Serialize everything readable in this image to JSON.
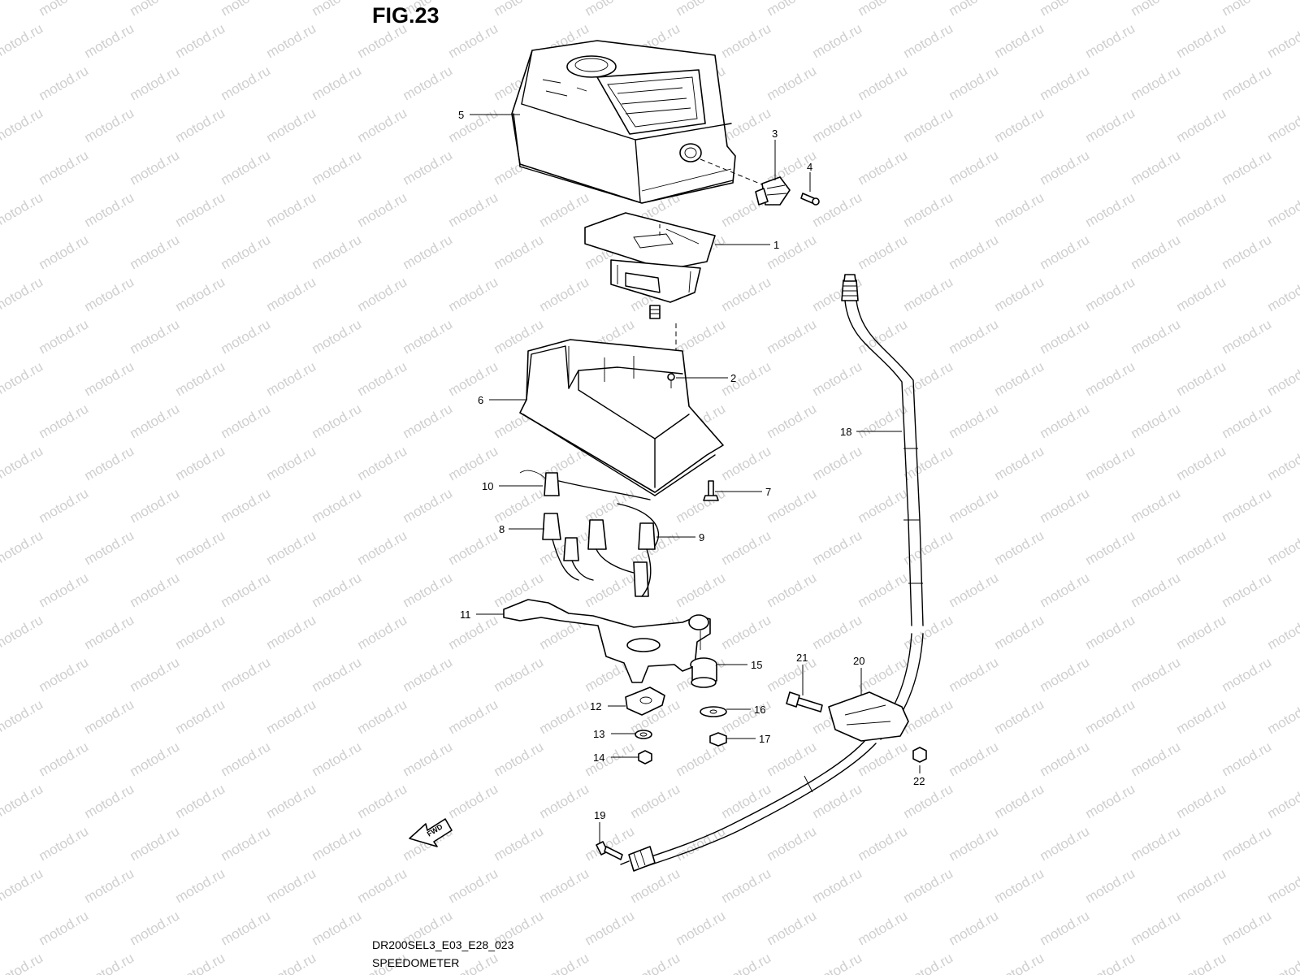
{
  "figure": {
    "title": "FIG.23",
    "code": "DR200SEL3_E03_E28_023",
    "caption": "SPEEDOMETER",
    "watermark": "motod.ru",
    "direction_label": "FWD"
  },
  "callouts": [
    {
      "id": "part-1",
      "number": "1"
    },
    {
      "id": "part-2",
      "number": "2"
    },
    {
      "id": "part-3",
      "number": "3"
    },
    {
      "id": "part-4",
      "number": "4"
    },
    {
      "id": "part-5",
      "number": "5"
    },
    {
      "id": "part-6",
      "number": "6"
    },
    {
      "id": "part-7",
      "number": "7"
    },
    {
      "id": "part-8",
      "number": "8"
    },
    {
      "id": "part-9",
      "number": "9"
    },
    {
      "id": "part-10",
      "number": "10"
    },
    {
      "id": "part-11",
      "number": "11"
    },
    {
      "id": "part-12",
      "number": "12"
    },
    {
      "id": "part-13",
      "number": "13"
    },
    {
      "id": "part-14",
      "number": "14"
    },
    {
      "id": "part-15",
      "number": "15"
    },
    {
      "id": "part-16",
      "number": "16"
    },
    {
      "id": "part-17",
      "number": "17"
    },
    {
      "id": "part-18",
      "number": "18"
    },
    {
      "id": "part-19",
      "number": "19"
    },
    {
      "id": "part-20",
      "number": "20"
    },
    {
      "id": "part-21",
      "number": "21"
    },
    {
      "id": "part-22",
      "number": "22"
    }
  ]
}
